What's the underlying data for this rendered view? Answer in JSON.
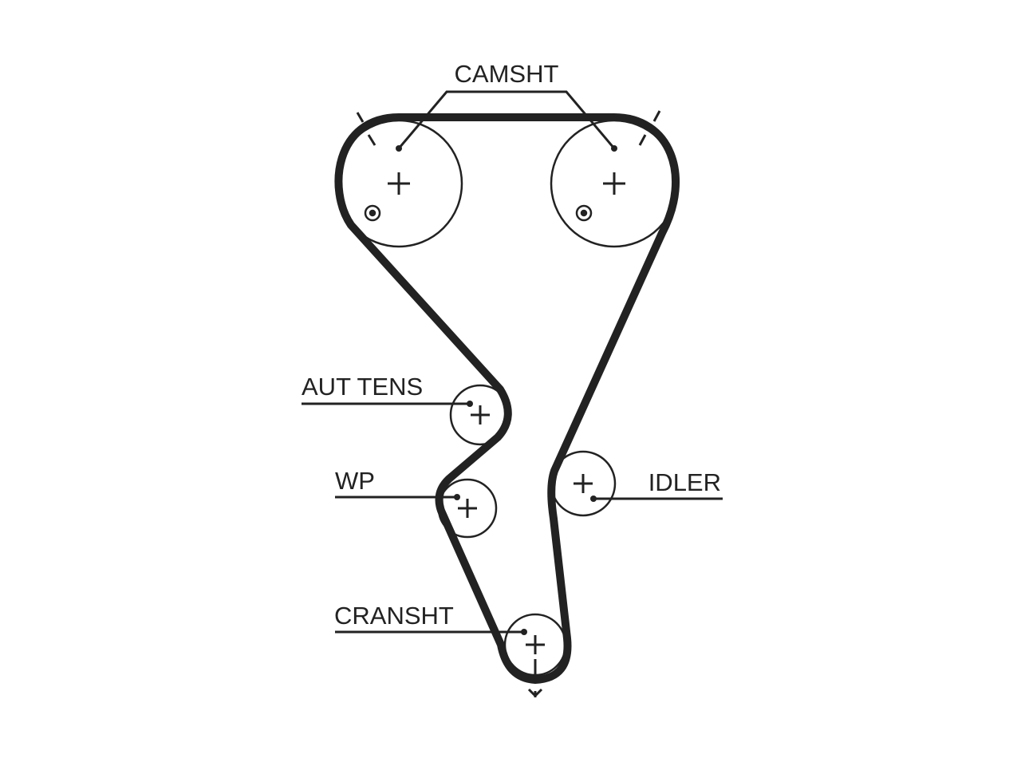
{
  "labels": {
    "camshaft": "CAMSHT",
    "auto_tensioner": "AUT TENS",
    "water_pump": "WP",
    "idler": "IDLER",
    "crankshaft": "CRANSHT"
  },
  "colors": {
    "belt": "#222222",
    "pulley_outline": "#222222",
    "background": "#ffffff"
  }
}
